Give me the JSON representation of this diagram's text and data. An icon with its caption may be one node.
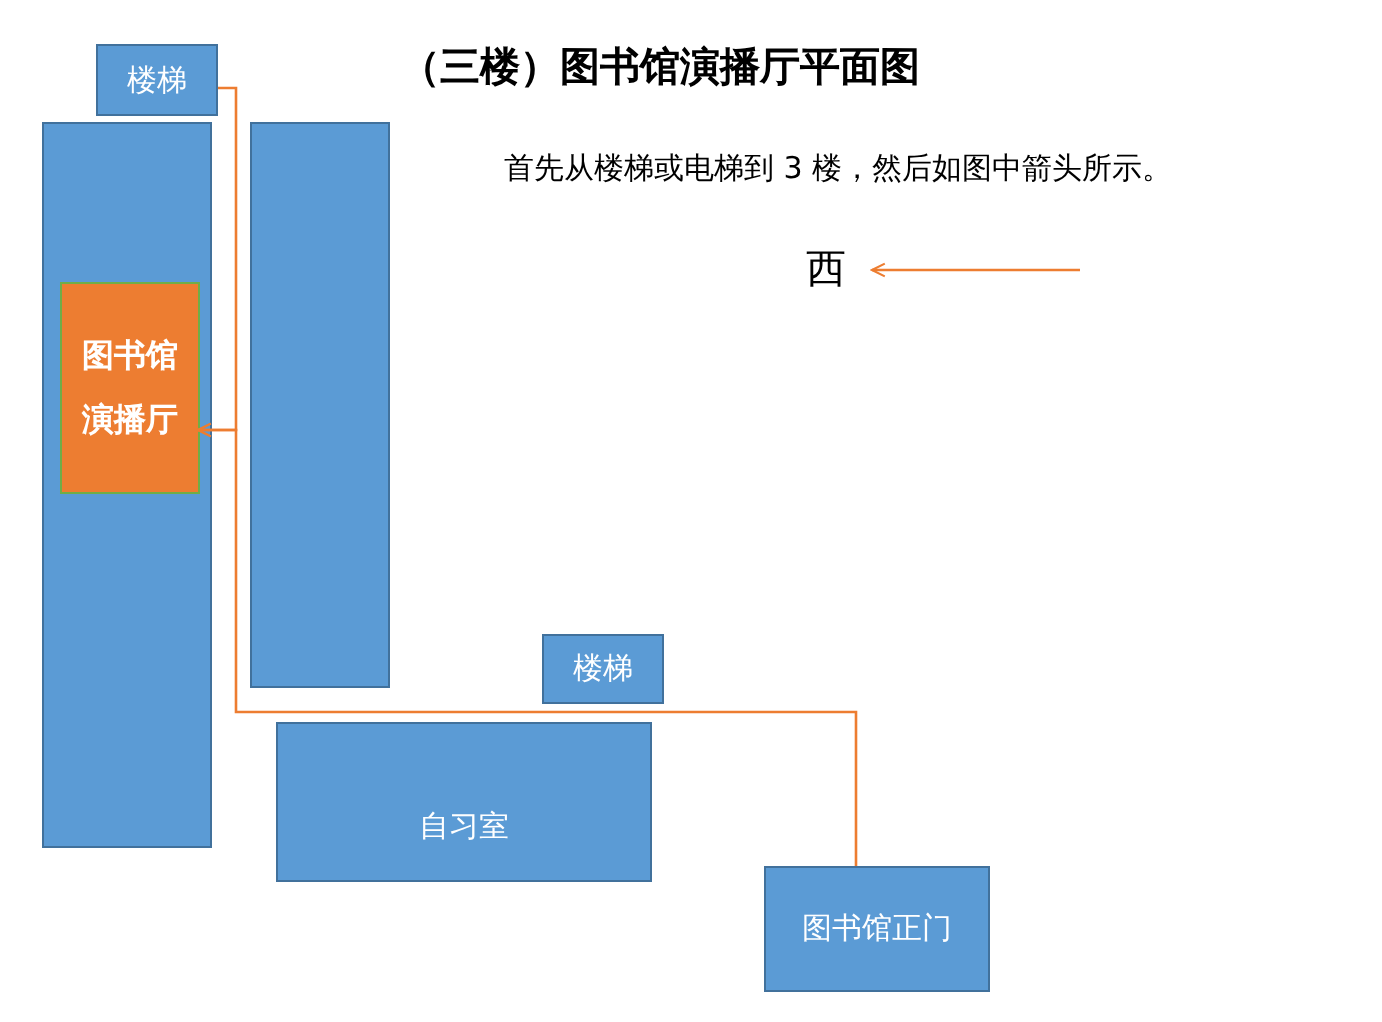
{
  "diagram": {
    "title": "（三楼）图书馆演播厅平面图",
    "nodes": [
      {
        "text": [
          "楼梯"
        ]
      },
      {
        "text": [],
        "shape": "box"
      },
      {
        "text": [
          "图书馆演播厅"
        ],
        "in": 1
      },
      {
        "text": [],
        "shape": "box"
      },
      {
        "text": [
          "楼梯"
        ]
      },
      {
        "text": [
          "自习室"
        ]
      },
      {
        "text": [
          "图书馆正门"
        ]
      }
    ],
    "edges": [
      {
        "from": 0,
        "to": 2,
        "arrow": "to"
      },
      {
        "from": 6,
        "to": 2,
        "arrow": "to"
      }
    ],
    "labels": [
      "首先从楼梯或电梯到 3 楼，然后如图中箭头所示。",
      "西"
    ]
  }
}
